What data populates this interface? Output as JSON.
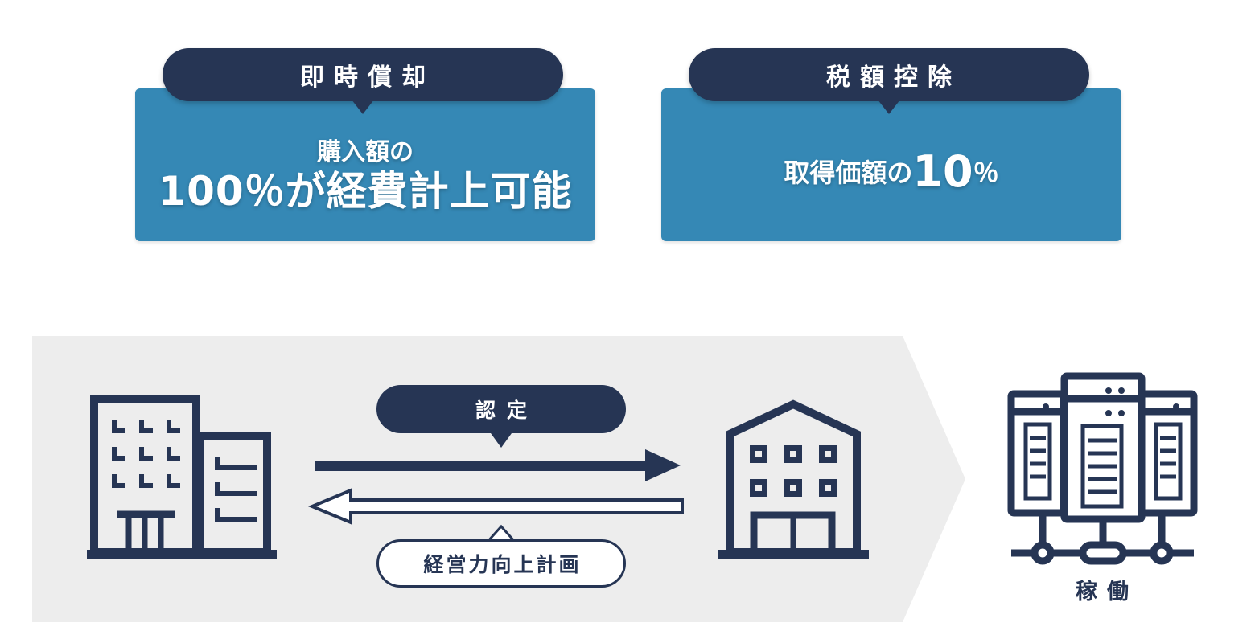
{
  "cards": [
    {
      "header": "即時償却",
      "line1": "購入額の",
      "line2": "100％が経費計上可能"
    },
    {
      "header": "税額控除",
      "text_prefix": "取得価額の",
      "text_value": "10",
      "text_suffix": "％"
    }
  ],
  "flow": {
    "certification_label": "認定",
    "plan_label": "経営力向上計画",
    "operation_label": "稼働"
  },
  "colors": {
    "navy": "#263554",
    "card_blue": "#3588b5",
    "band_gray": "#ededed",
    "white": "#ffffff"
  },
  "icons": [
    "company-building-icon",
    "agency-building-icon",
    "server-network-icon",
    "right-arrow-icon",
    "left-arrow-icon"
  ]
}
